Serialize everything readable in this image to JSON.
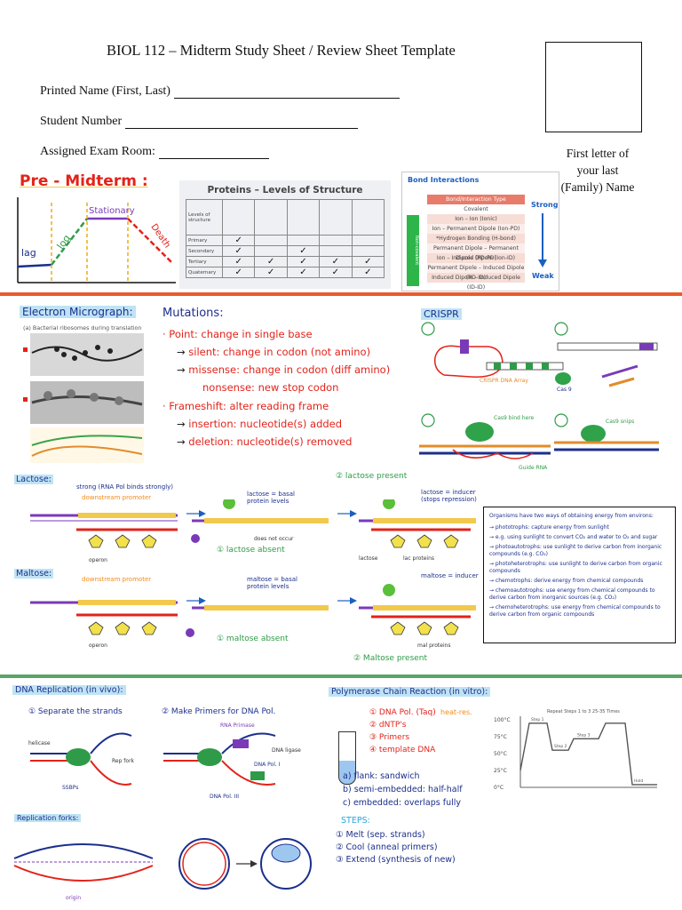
{
  "header": {
    "title": "BIOL 112 – Midterm Study Sheet / Review Sheet Template",
    "printed_name_label": "Printed Name (First, Last)",
    "student_number_label": "Student Number",
    "exam_room_label": "Assigned Exam Room:",
    "box_caption_line1": "First letter of",
    "box_caption_line2": "your last",
    "box_caption_line3": "(Family) Name"
  },
  "colors": {
    "orange_separator": "#ea5a2d",
    "green_separator": "#5aa468",
    "red_ink": "#e2231a",
    "navy_ink": "#1b2f8c",
    "orange_ink": "#f28c1c"
  },
  "pre_midterm": {
    "heading": "Pre - Midterm :",
    "lag": "lag",
    "log": "log",
    "stationary": "Stationary",
    "death": "Death"
  },
  "proteins": {
    "title": "Proteins – Levels of Structure",
    "rows": [
      "Primary",
      "Secondary",
      "Tertiary",
      "Quaternary"
    ],
    "header_first": "Levels of structure",
    "checks": [
      [
        1,
        0,
        0,
        0,
        0
      ],
      [
        1,
        0,
        1,
        0,
        0
      ],
      [
        1,
        1,
        1,
        1,
        1
      ],
      [
        1,
        1,
        1,
        1,
        1
      ]
    ]
  },
  "bonds": {
    "title": "Bond Interactions",
    "header": "Bond/Interaction Type",
    "rows": [
      "Covalent",
      "Ion – Ion (Ionic)",
      "Ion – Permanent Dipole (Ion-PD)",
      "*Hydrogen Bonding (H-bond)",
      "Permanent Dipole – Permanent Dipole (PD-PD)",
      "Ion – Induced Dipole (Ion-ID)",
      "Permanent Dipole – Induced Dipole (PD-ID)",
      "Induced Dipole – Induced Dipole (ID-ID)"
    ],
    "strong": "Strong",
    "weak": "Weak",
    "side": "Non-covalent"
  },
  "electron": {
    "heading": "Electron Micrograph:",
    "caption": "(a) Bacterial ribosomes during translation"
  },
  "mutations": {
    "heading": "Mutations:",
    "point": "· Point: change in single base",
    "silent": "silent: change in codon (not amino)",
    "missense": "missense: change in codon (diff amino)",
    "nonsense": "nonsense: new stop codon",
    "frameshift": "· Frameshift: alter reading frame",
    "insertion": "insertion: nucleotide(s) added",
    "deletion": "deletion: nucleotide(s) removed"
  },
  "crispr": {
    "heading": "CRISPR",
    "labels": [
      "CRISPR DNA Array",
      "Cas 9",
      "Cas9 bind here",
      "Guide RNA",
      "Cas9 snips"
    ]
  },
  "lactose": {
    "heading": "Lactose:",
    "note_top": "strong (RNA Pol binds strongly)",
    "downstream": "downstream promoter",
    "basal": "lactose = basal protein levels",
    "absent": "① lactose absent",
    "present": "② lactose present",
    "inducer": "lactose = inducer (stops repression)",
    "operon": "operon",
    "does_not": "does not occur",
    "lactose_word": "lactose",
    "lac_proteins": "lac proteins"
  },
  "maltose": {
    "heading": "Maltose:",
    "downstream": "downstream promoter",
    "basal": "maltose = basal protein levels",
    "absent": "① maltose absent",
    "present": "② Maltose present",
    "inducer": "maltose = inducer",
    "operon": "operon",
    "mal_proteins": "mal proteins"
  },
  "energy": {
    "intro": "Organisms have two ways of obtaining energy from environs:",
    "lines": [
      "→ phototrophs: capture energy from sunlight",
      "→ e.g. using sunlight to convert CO₂ and water to O₂ and sugar",
      "→ photoautotrophs: use sunlight to derive carbon from inorganic compounds (e.g. CO₂)",
      "→ photoheterotrophs: use sunlight to derive carbon from organic compounds",
      "→ chemotrophs: derive energy from chemical compounds",
      "→ chemoautotrophs: use energy from chemical compounds to derive carbon from inorganic sources (e.g. CO₂)",
      "→ chemoheterotrophs: use energy from chemical compounds to derive carbon from organic compounds"
    ]
  },
  "replication": {
    "heading": "DNA Replication (in vivo):",
    "step1": "① Separate the strands",
    "step2": "② Make Primers for DNA Pol.",
    "forks": "Replication forks:",
    "labels": [
      "helicase",
      "Rep fork",
      "RNA Primase",
      "DNA ligase",
      "DNA Pol. I",
      "DNA Pol. III",
      "SSBPs",
      "origin"
    ]
  },
  "pcr": {
    "heading": "Polymerase Chain Reaction (in vitro):",
    "items": [
      "① DNA Pol. (Taq)",
      "② dNTP's",
      "③ Primers",
      "④ template DNA"
    ],
    "heat": "heat-res.",
    "a": "a) flank: sandwich",
    "b": "b) semi-embedded: half-half",
    "c": "c) embedded: overlaps fully",
    "steps_title": "STEPS:",
    "s1": "① Melt (sep. strands)",
    "s2": "② Cool (anneal primers)",
    "s3": "③ Extend (synthesis of new)"
  },
  "pcr_chart": {
    "title": "Repeat Steps 1 to 3 25-35 Times",
    "ticks": [
      "100°C",
      "75°C",
      "50°C",
      "25°C",
      "0°C"
    ],
    "steps": [
      "Step 1",
      "Step 2",
      "Step 3",
      "Hold"
    ]
  }
}
